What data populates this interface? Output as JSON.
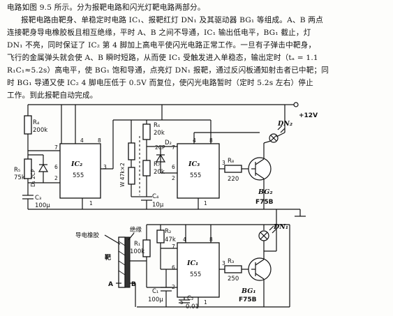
{
  "text": {
    "line1": "电路如图 9.5 所示。分为报靶电路和闪光灯靶电路两部分。",
    "line2": "报靶电路由靶身、单稳定时电路 IC₁、报靶红灯 DN₁ 及其驱动器 BG₁ 等组成。A、B 两点",
    "line3": "连接靶身导电橡胶板且相互绝缘，平时 A、B 之间不导通，IC₁ 输出低电平，BG₁ 截止，灯",
    "line4": "DN₁ 不亮，同时保证了 IC₂ 第 4 脚加上高电平使闪光电路正常工作。一旦有子弹击中靶身，",
    "line5": "飞行的金属弹头就会使 A、B 瞬时短路，从而使 IC₁ 受触发进入单稳态，输出定时（tₐ = 1.1",
    "line6": "R₁C₁≈5.2s）高电平，使 BG₁ 饱和导通，点亮灯 DN₁ 报靶，通过反闪板通知射击者已中靶；同",
    "line7": "时 BG₁ 导通又使 IC₂ 4 脚电压低于 0.5V 而复位，使闪光电路暂时（定时 5.2s 左右）停止",
    "line8": "工作。到此报靶自动完成。"
  },
  "circuit": {
    "supply": "+12V",
    "ic2": {
      "name": "IC₂",
      "part": "555"
    },
    "ic3": {
      "name": "IC₃",
      "part": "555"
    },
    "ic1": {
      "name": "IC₁",
      "part": "555"
    },
    "r4": {
      "name": "R₄",
      "value": "200k"
    },
    "r5": {
      "name": "R₅",
      "value": "75k"
    },
    "d1": "D₁ 2CP",
    "c3": {
      "name": "C₃",
      "value": "100μ"
    },
    "w": "W 47k×2",
    "r6": {
      "name": "R₆",
      "value": "20k"
    },
    "d2": "D₂",
    "d2_part": "2CP",
    "r7": {
      "name": "R₇",
      "value": "20k"
    },
    "c4": {
      "name": "C₄",
      "value": "10μ"
    },
    "r8": {
      "name": "R₈",
      "value": "220"
    },
    "bg2": {
      "name": "BG₂",
      "part": "F75B"
    },
    "dn2": "DN₂",
    "dn1": "DN₁",
    "rubber_label": "导电橡胶",
    "insulation_label": "绝缘",
    "target_label": "靶",
    "point_a": "A",
    "point_b": "B",
    "r2": {
      "name": "R₂",
      "value": "47k"
    },
    "r1": {
      "name": "R₁",
      "value": "100k"
    },
    "c1": {
      "name": "C₁",
      "value": "100μ"
    },
    "c2": {
      "name": "C₂",
      "value": "0.01"
    },
    "r3": {
      "name": "R₃",
      "value": "250"
    },
    "bg1": {
      "name": "BG₁",
      "part": "F75B"
    },
    "pins": {
      "p8": "8",
      "p4": "4",
      "p7": "7",
      "p6": "6",
      "p2": "2",
      "p3": "3",
      "p1": "1",
      "p5": "5"
    }
  }
}
